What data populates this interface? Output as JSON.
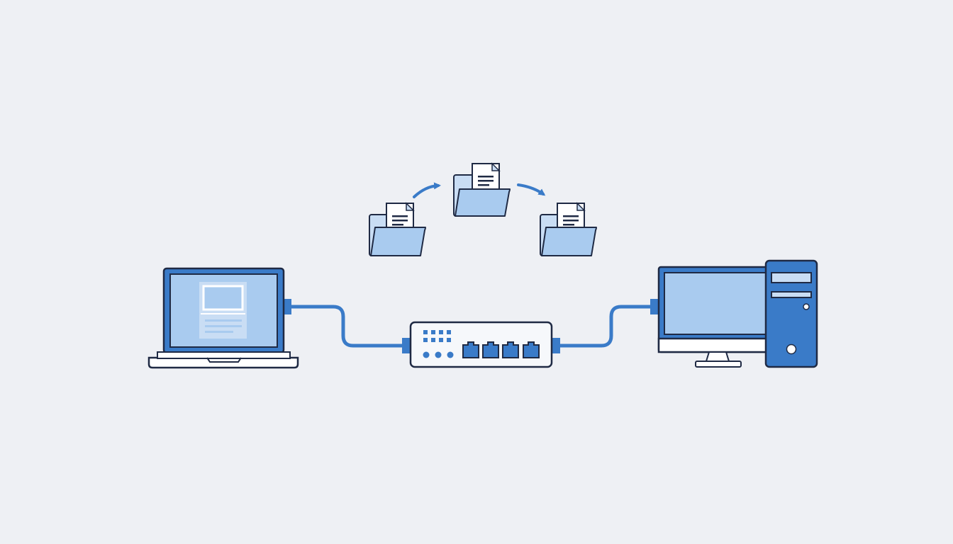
{
  "colors": {
    "background": "#eef0f4",
    "outline": "#1f2a44",
    "primary_blue": "#3a7bc8",
    "light_blue": "#a9cbef",
    "pale_blue": "#c9ddf4",
    "white": "#ffffff"
  },
  "nodes": [
    {
      "id": "laptop",
      "icon": "laptop-icon"
    },
    {
      "id": "switch",
      "icon": "network-switch-icon"
    },
    {
      "id": "desktop",
      "icon": "desktop-computer-icon"
    }
  ],
  "files": [
    {
      "id": "folder-source",
      "icon": "folder-with-document-icon"
    },
    {
      "id": "folder-transit",
      "icon": "folder-with-document-icon"
    },
    {
      "id": "folder-destination",
      "icon": "folder-with-document-icon"
    }
  ],
  "connections": [
    {
      "from": "laptop",
      "to": "switch",
      "type": "ethernet-cable"
    },
    {
      "from": "switch",
      "to": "desktop",
      "type": "ethernet-cable"
    }
  ],
  "switch_ports": 4
}
